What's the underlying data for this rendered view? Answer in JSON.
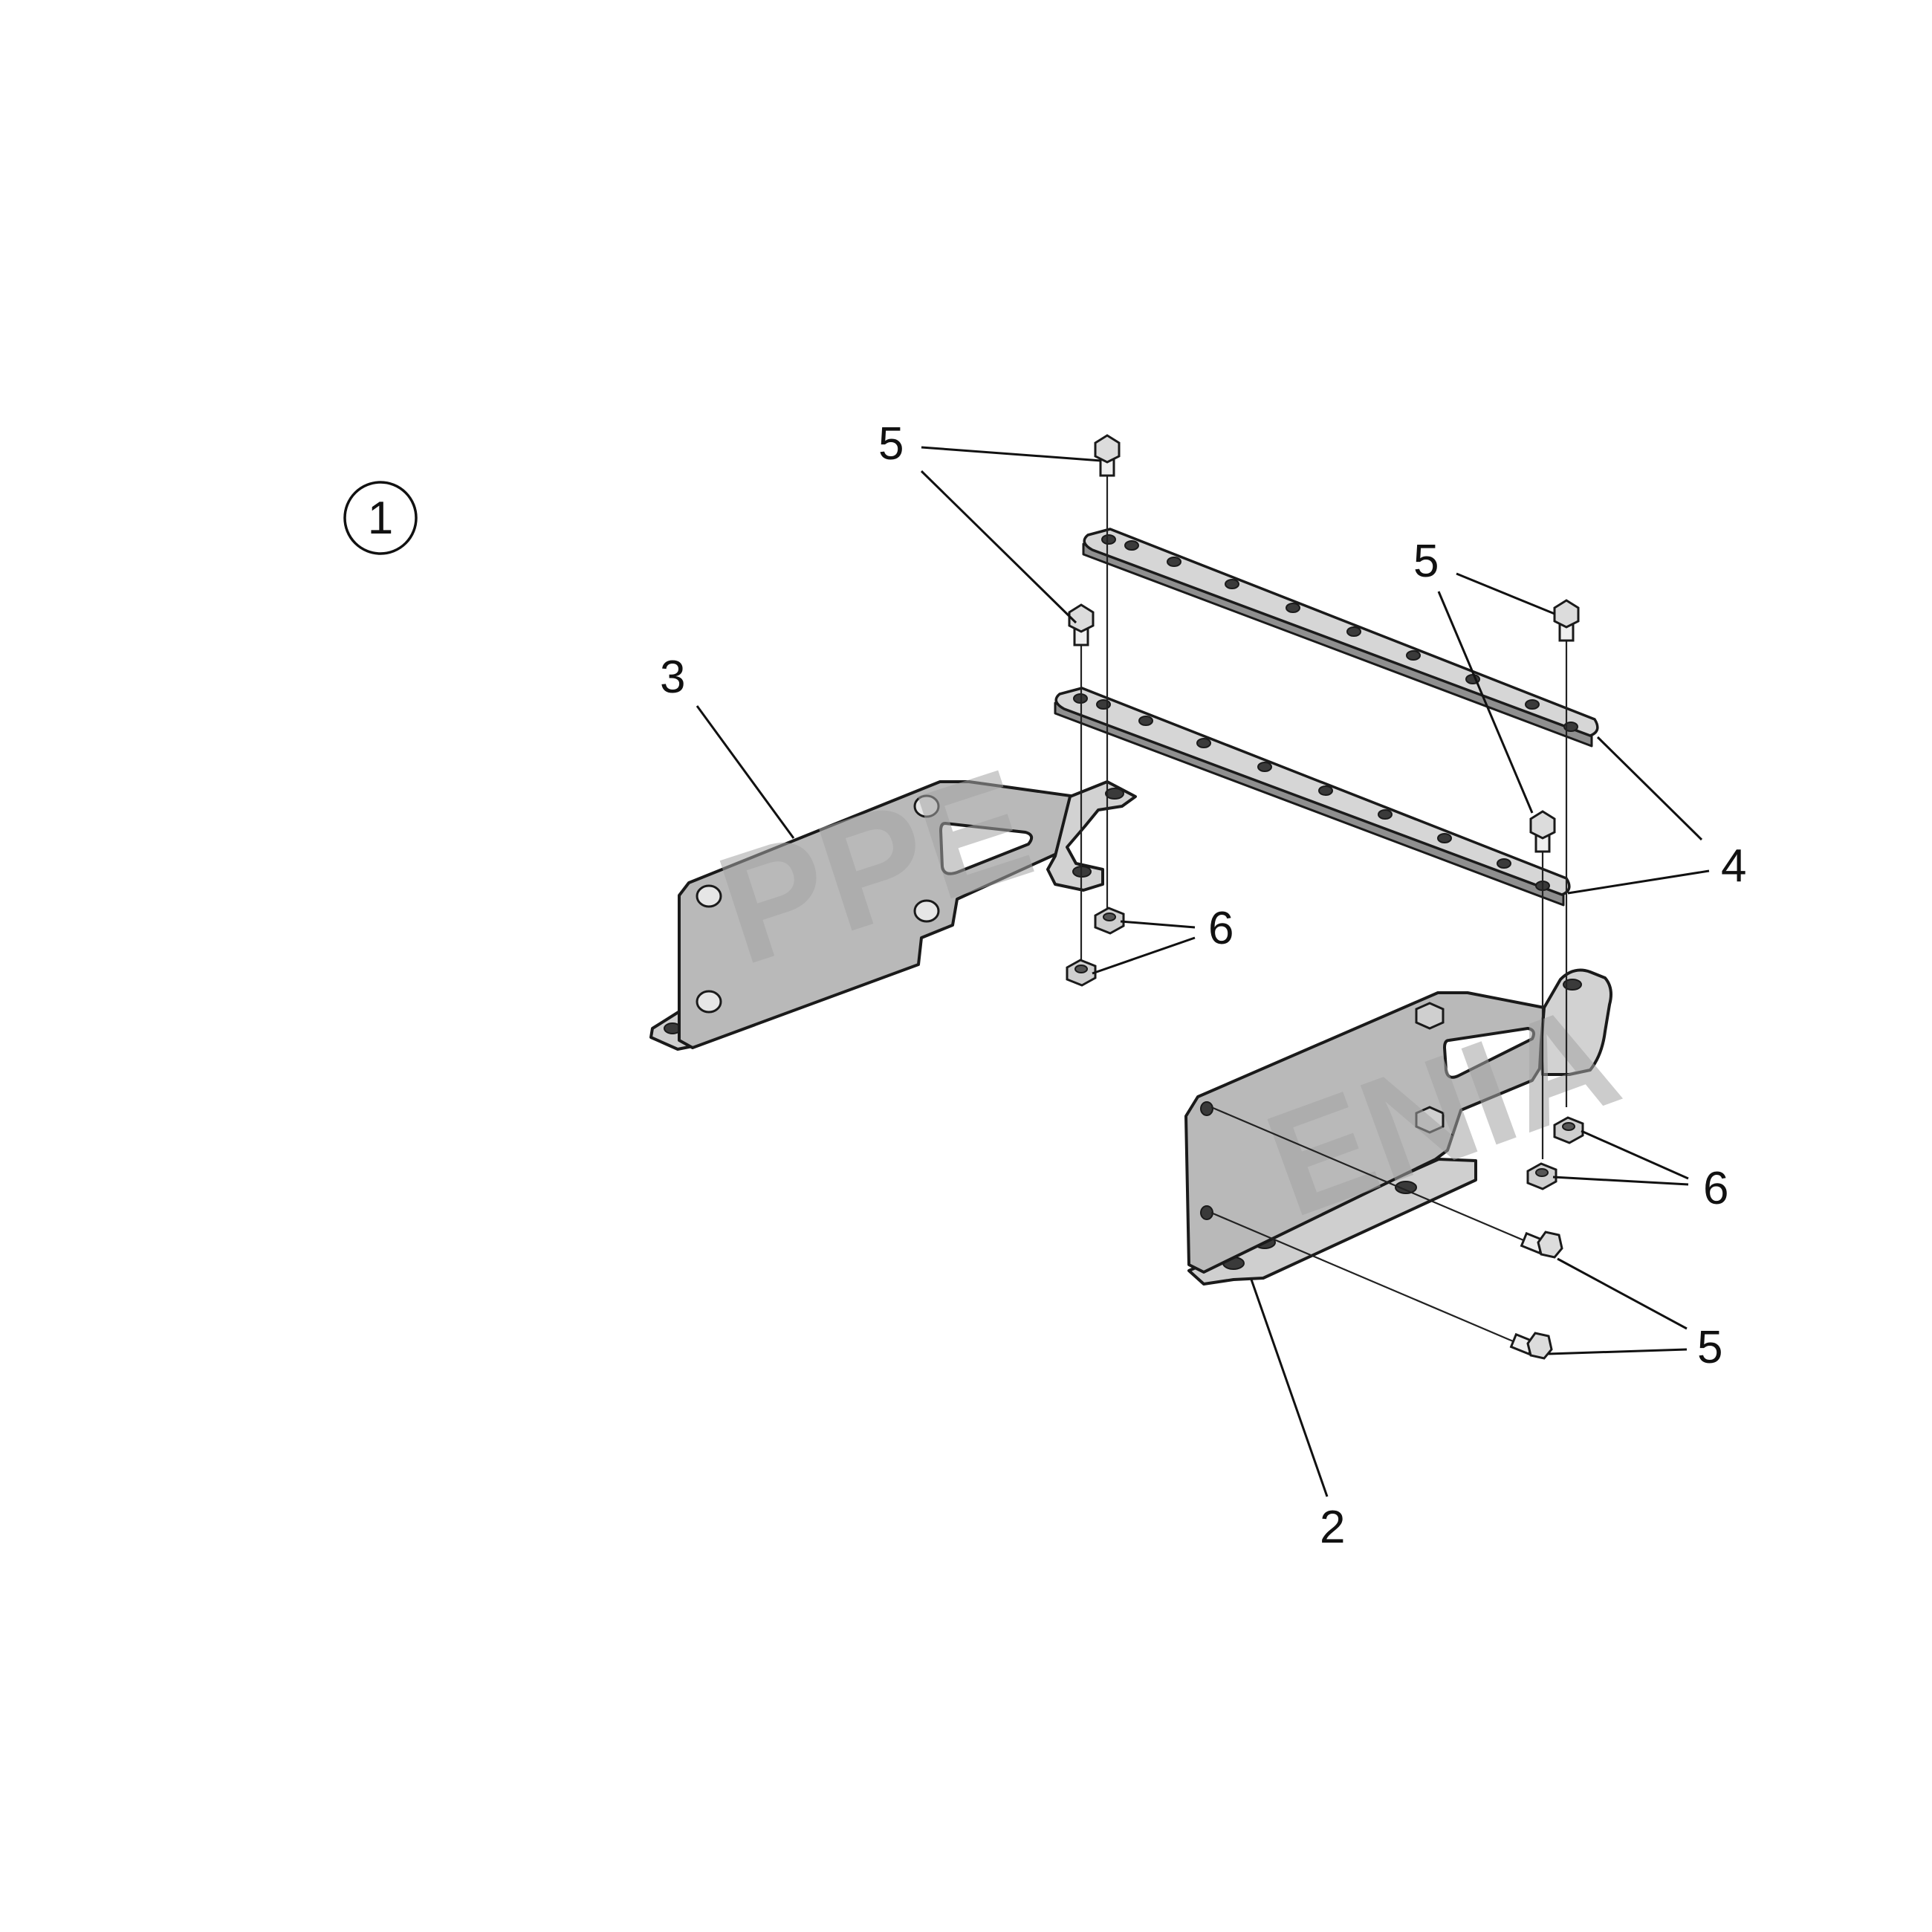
{
  "figure": {
    "assembly_badge": "1",
    "callouts": {
      "part_2": "2",
      "part_3": "3",
      "part_4": "4",
      "part_5_top_left": "5",
      "part_5_top_right": "5",
      "part_5_bottom_right": "5",
      "part_6_left": "6",
      "part_6_right": "6"
    }
  }
}
